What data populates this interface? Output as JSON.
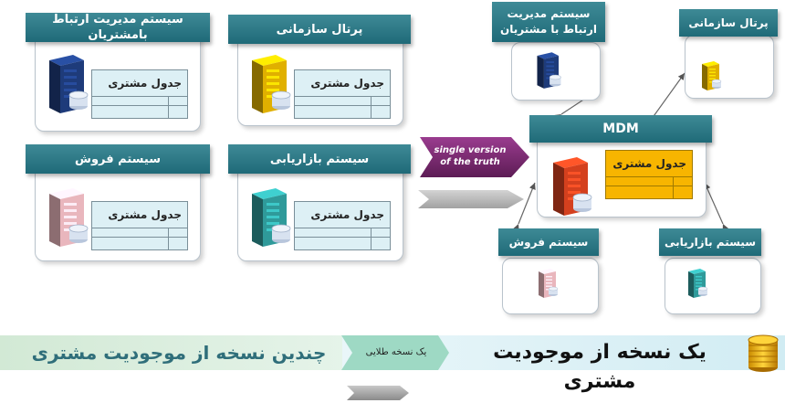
{
  "left_systems": [
    {
      "title": "سیستم مدیریت ارتباط بامشتریان",
      "table_title": "جدول مشتری",
      "server_color": "#1e3b7a"
    },
    {
      "title": "پرتال سازمانی",
      "table_title": "جدول مشتری",
      "server_color": "#e0b000"
    },
    {
      "title": "سیستم فروش",
      "table_title": "جدول مشتری",
      "server_color": "#e9b6bd"
    },
    {
      "title": "سیستم بازاریابی",
      "table_title": "جدول مشتری",
      "server_color": "#2f9a9a"
    }
  ],
  "arrow_label": [
    "single version",
    "of the truth"
  ],
  "mdm": {
    "title": "MDM",
    "table_title": "جدول مشتری",
    "server_color": "#d4401e"
  },
  "right_systems": [
    {
      "title_lines": [
        "سیستم مدیریت",
        "ارتباط با مشتریان"
      ],
      "server_color": "#1e3b7a"
    },
    {
      "title_lines": [
        "پرتال سازمانی"
      ],
      "server_color": "#e0b000"
    },
    {
      "title_lines": [
        "سیستم فروش"
      ],
      "server_color": "#e9b6bd"
    },
    {
      "title_lines": [
        "سیستم بازاریابی"
      ],
      "server_color": "#2f9a9a"
    }
  ],
  "banner": {
    "left_text": "چندین نسخه از موجودیت مشتری",
    "middle_text": "یک نسخه طلایی",
    "right_text": "یک نسخه از موجودیت مشتری"
  },
  "colors": {
    "header": "#1f6a78",
    "arrow": "#7a2a72",
    "mdm_table": "#f7b500",
    "table_bg": "#ddf0f5"
  }
}
